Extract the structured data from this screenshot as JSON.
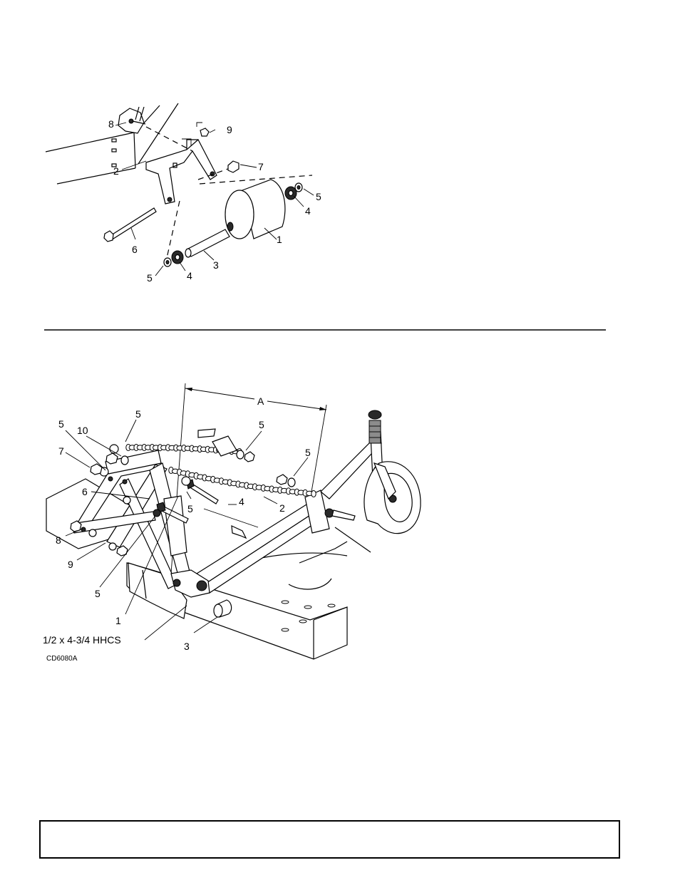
{
  "figure1": {
    "callouts": [
      "1",
      "2",
      "3",
      "4",
      "4",
      "5",
      "5",
      "6",
      "7",
      "8",
      "9"
    ]
  },
  "figure2": {
    "dimension_label": "A",
    "callouts": [
      "1",
      "2",
      "3",
      "4",
      "5",
      "5",
      "5",
      "5",
      "5",
      "5",
      "6",
      "7",
      "8",
      "9",
      "10"
    ],
    "hardware_note": "1/2 x 4-3/4 HHCS",
    "drawing_code": "CD6080A"
  }
}
